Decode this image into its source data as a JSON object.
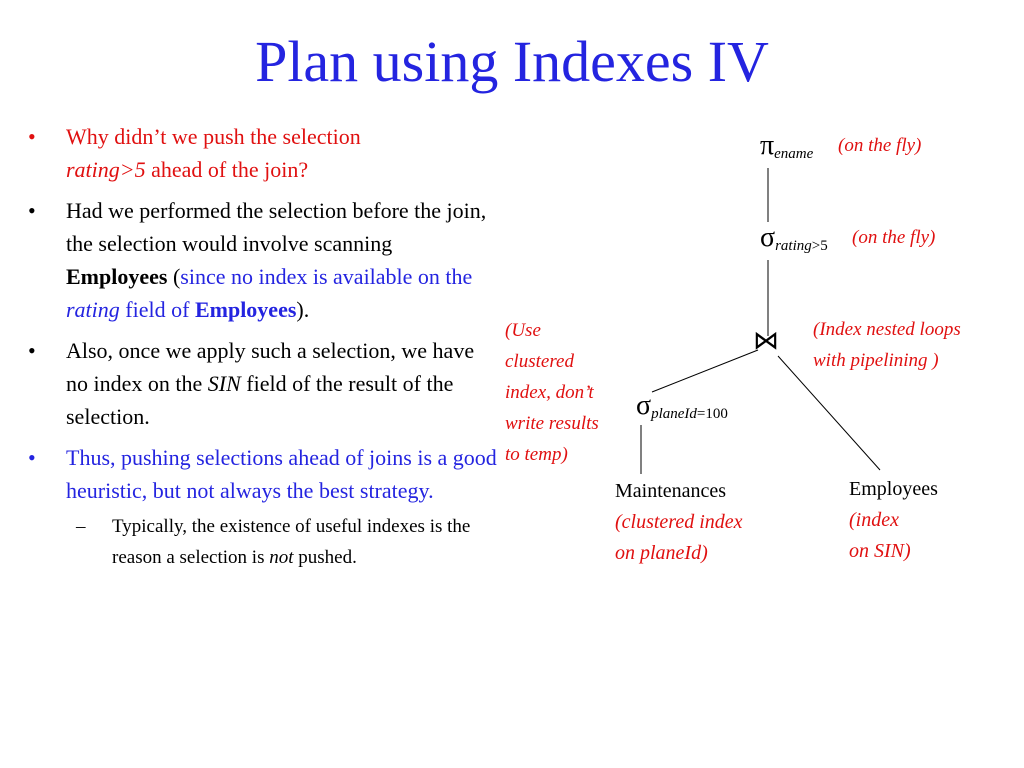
{
  "slide": {
    "title": "Plan using Indexes IV"
  },
  "bullets": [
    {
      "marker": "•",
      "line1": "Why didn’t we push the selection",
      "rating_pred": "rating>5",
      "line2_rest": " ahead of the join?"
    },
    {
      "marker": "•",
      "text_a": "Had we performed the selection before the join, the selection would involve scanning ",
      "employees": "Employees",
      "paren_open": " (",
      "blue_a": "since no index is available on the ",
      "blue_rating": "rating",
      "blue_b": " field of ",
      "blue_employees": "Employees",
      "paren_close": ")."
    },
    {
      "marker": "•",
      "text_a": "Also, once we apply such a selection, we have no index on the ",
      "sin": "SIN",
      "text_b": " field of the result of the selection."
    },
    {
      "marker": "•",
      "text": "Thus, pushing selections ahead of joins is a good heuristic, but not always the best strategy."
    }
  ],
  "sub_bullet": {
    "marker": "–",
    "text_a": "Typically, the existence of useful indexes is the reason a selection is ",
    "not": "not",
    "text_b": " pushed."
  },
  "plan": {
    "projection": {
      "symbol": "π",
      "subscript": "ename",
      "note": "(on the fly)"
    },
    "selection_rating": {
      "symbol": "σ",
      "sub_attr": "rating",
      "sub_rest": ">5",
      "note": "(on the fly)"
    },
    "join": {
      "symbol": "⋈",
      "note_line1": "(Index nested loops",
      "note_line2": "with pipelining )"
    },
    "selection_plane": {
      "symbol": "σ",
      "sub_attr": "planeId",
      "sub_rest": "=100"
    },
    "left_note": [
      "(Use",
      "clustered",
      "index, don’t",
      "write results",
      "to temp)"
    ],
    "maintenances": {
      "name": "Maintenances",
      "note_line1": "(clustered index",
      "note_line2": "on planeId)"
    },
    "employees": {
      "name": "Employees",
      "note_line1": "(index",
      "note_line2": "on SIN)"
    }
  },
  "colors": {
    "title": "#2424e0",
    "red": "#e01010",
    "blue": "#2424e0",
    "text": "#000000"
  }
}
